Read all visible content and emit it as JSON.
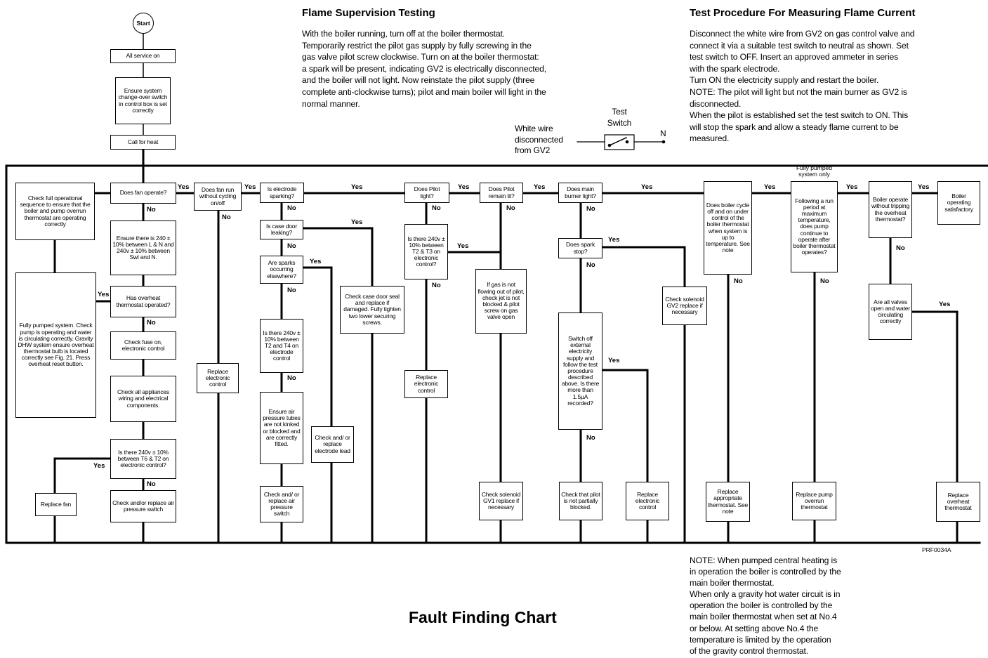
{
  "start_label": "Start",
  "boxes": {
    "all_service": "All service on",
    "ensure_switch": "Ensure system change-over switch in control box is set correctly",
    "call_heat": "Call for heat",
    "check_full": "Check full operational sequence to ensure that the boiler and pump overrun thermostat are operating correctly",
    "fan_operate": "Does fan operate?",
    "ensure_240": "Ensure there is 240 ± 10% between L & N and 240v ± 10% between Swl and N.",
    "fully_pumped": "Fully pumped system. Check pump is operating and water is circulating correctly. Gravity DHW system ensure overheat thermostat bulb is located correctly see Fig. 21. Press overheat reset button.",
    "overheat_operated": "Has overheat thermostat operated?",
    "check_fuse": "Check fuse on, electronic control",
    "check_appliances": "Check all appliances wiring and electrical components.",
    "is_240_t6": "Is there 240v ± 10% between T6 & T2 on electronic control?",
    "replace_fan": "Replace fan",
    "check_air_switch": "Check and/or replace air pressure switch",
    "fan_run_cycling": "Does fan run without cycling on/off",
    "replace_ec_1": "Replace electronic control",
    "electrode_sparking": "Is electrode sparking?",
    "case_door_leaking": "Is case door leaking?",
    "sparks_elsewhere": "Are sparks occurring elsewhere?",
    "is_240_t2t4": "Is there 240v ± 10% between T2 and T4 on electrode control",
    "ensure_air_tubes": "Ensure air pressure tubes are not kinked or blocked and are correctly fitted.",
    "check_air_switch_2": "Check and/ or replace air pressure switch",
    "check_electrode_lead": "Check and/ or replace electrode lead",
    "check_case_seal": "Check case door seal and replace if damaged. Fully tighten two lower securing screws.",
    "pilot_light": "Does Pilot light?",
    "is_240_t2t3": "Is there 240v ± 10% between T2 & T3 on electronic control?",
    "replace_ec_2": "Replace electronic control",
    "pilot_remain": "Does Pilot remain lit?",
    "gas_not_flowing": "If gas is not flowing out of pilot, check jet is not blocked & pilot screw on gas valve open",
    "check_gv1": "Check solenoid GV1 replace if necessary",
    "main_burner": "Does main burner light?",
    "spark_stop": "Does spark stop?",
    "switch_off_supply": "Switch off external electricity supply and follow the test procedure described above. Is there more than 1.5µA recorded?",
    "pilot_blocked": "Check that pilot is not partially blocked.",
    "replace_ec_3": "Replace electronic control",
    "check_gv2": "Check solenoid GV2 replace if necessary",
    "cycle_off": "Does boiler cycle off and on under control of the boiler thermostat when system is up to temperature. See note",
    "replace_thermostat": "Replace appropriate thermostat. See note",
    "pump_continue": "Following a run period at maximum temperature, does pump continue to operate after boiler thermostat operates?",
    "replace_pump": "Replace pump overrun thermostat",
    "boiler_tripping": "Boiler operate without tripping the overheat thermostat?",
    "valves_open": "Are all valves open and water circulating correctly",
    "replace_overheat": "Replace overheat thermostat",
    "satisfactory": "Boiler operating satisfactory"
  },
  "fully_pumped_only": "Fully pumped system only",
  "answers": {
    "yes": "Yes",
    "no": "No"
  },
  "flame_supervision": {
    "title": "Flame Supervision Testing",
    "lines": [
      "With the boiler running, turn off at the boiler thermostat.",
      "Temporarily restrict the pilot gas supply by fully screwing in the",
      "gas valve pilot screw clockwise. Turn on at the boiler thermostat:",
      "a spark will be present, indicating GV2 is electrically disconnected,",
      "and the boiler will not light. Now reinstate the pilot supply (three",
      "complete anti-clockwise turns); pilot and main boiler will light in the",
      "normal manner."
    ]
  },
  "test_procedure": {
    "title": "Test Procedure For Measuring Flame Current",
    "lines": [
      "Disconnect the white wire from GV2 on gas control valve and",
      "connect it via a suitable test switch to neutral as shown. Set",
      "test switch to OFF. Insert an approved ammeter in series",
      "with the spark electrode.",
      "Turn ON the electricity supply and restart the boiler.",
      "NOTE: The pilot will light but not the main burner as GV2 is",
      "disconnected.",
      "When the pilot is established set the test switch to ON. This",
      "will stop the spark and allow a steady flame current to be",
      "measured."
    ]
  },
  "switch_diagram": {
    "white_wire_lines": [
      "White wire",
      "disconnected",
      "from GV2"
    ],
    "test_lines": [
      "Test",
      "Switch"
    ],
    "n_label": "N"
  },
  "note": {
    "lines": [
      "NOTE: When pumped central heating is",
      "in operation the boiler is controlled by the",
      "main boiler thermostat.",
      "When only a gravity hot water circuit is in",
      "operation the boiler is controlled by the",
      "main boiler thermostat when set at No.4",
      "or below. At setting above No.4 the",
      "temperature is limited by the operation",
      "of the gravity control thermostat."
    ]
  },
  "ref_code": "PRF0034A",
  "chart_title": "Fault Finding Chart"
}
